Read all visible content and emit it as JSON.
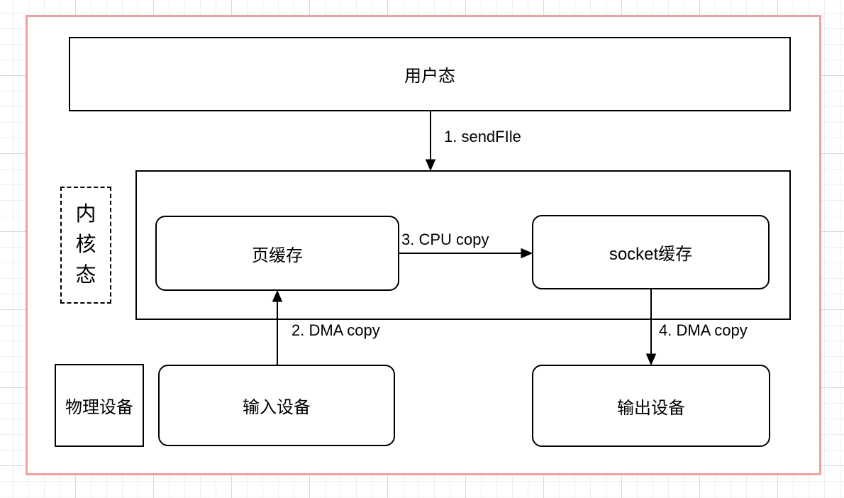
{
  "diagram": {
    "nodes": {
      "user_mode": {
        "label": "用户态"
      },
      "kernel_mode": {
        "label": "内核态",
        "chars": [
          "内",
          "核",
          "态"
        ]
      },
      "page_cache": {
        "label": "页缓存"
      },
      "socket_cache": {
        "label": "socket缓存"
      },
      "physical_device": {
        "label": "物理设备"
      },
      "input_device": {
        "label": "输入设备"
      },
      "output_device": {
        "label": "输出设备"
      }
    },
    "edges": {
      "sendfile": {
        "label": "1. sendFIle",
        "from": "user_mode",
        "to": "kernel"
      },
      "dma_copy_in": {
        "label": "2. DMA copy",
        "from": "input_device",
        "to": "page_cache"
      },
      "cpu_copy": {
        "label": "3. CPU copy",
        "from": "page_cache",
        "to": "socket_cache"
      },
      "dma_copy_out": {
        "label": "4. DMA copy",
        "from": "socket_cache",
        "to": "output_device"
      }
    },
    "colors": {
      "frame_border": "#f0a0a0",
      "shape_stroke": "#000000",
      "background": "#ffffff",
      "grid_minor": "#efefef",
      "grid_major": "#d9d9d9"
    }
  }
}
